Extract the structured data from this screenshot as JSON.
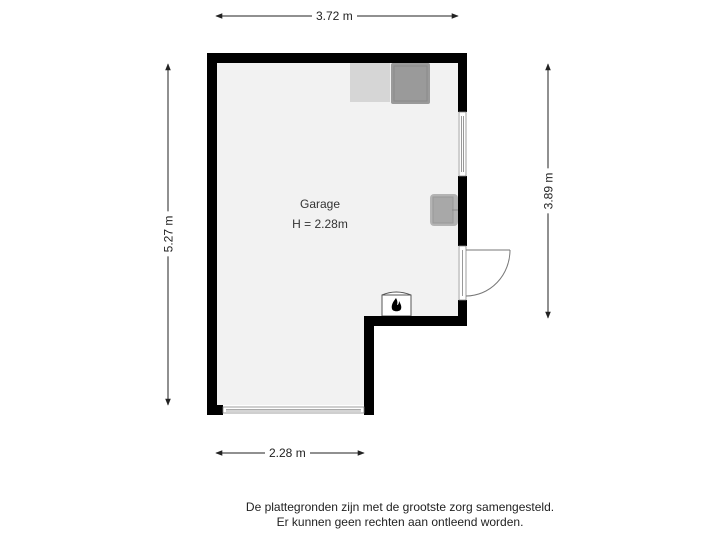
{
  "dimensions": {
    "top_width": "3.72 m",
    "left_height": "5.27 m",
    "right_height": "3.89 m",
    "bottom_width": "2.28 m"
  },
  "room": {
    "name": "Garage",
    "height": "H = 2.28m"
  },
  "fixtures": {
    "boiler_icon": "flame-icon"
  },
  "disclaimer": {
    "line1": "De plattegronden zijn met de grootste zorg samengesteld.",
    "line2": "Er kunnen geen rechten aan ontleend worden."
  },
  "colors": {
    "wall": "#000000",
    "floor": "#f2f2f2",
    "appliance_light": "#d6d6d6",
    "appliance_dark": "#9a9a9a",
    "window": "#c8c8c8",
    "dim_line": "#555555"
  }
}
